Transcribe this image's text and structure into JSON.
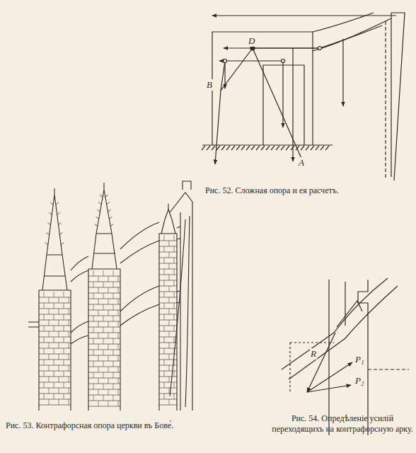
{
  "diagram": {
    "labels": [
      "Рис. 52. Сложная опора и ея расчетъ.",
      "Рис. 53. Контрафорсная опора церкви въ Бове́.",
      "Рис. 54. Опредѣленіе усилій переходящихъ на контрафорсную арку.",
      "D",
      "B",
      "A",
      "R",
      "P₁",
      "P₂"
    ]
  }
}
